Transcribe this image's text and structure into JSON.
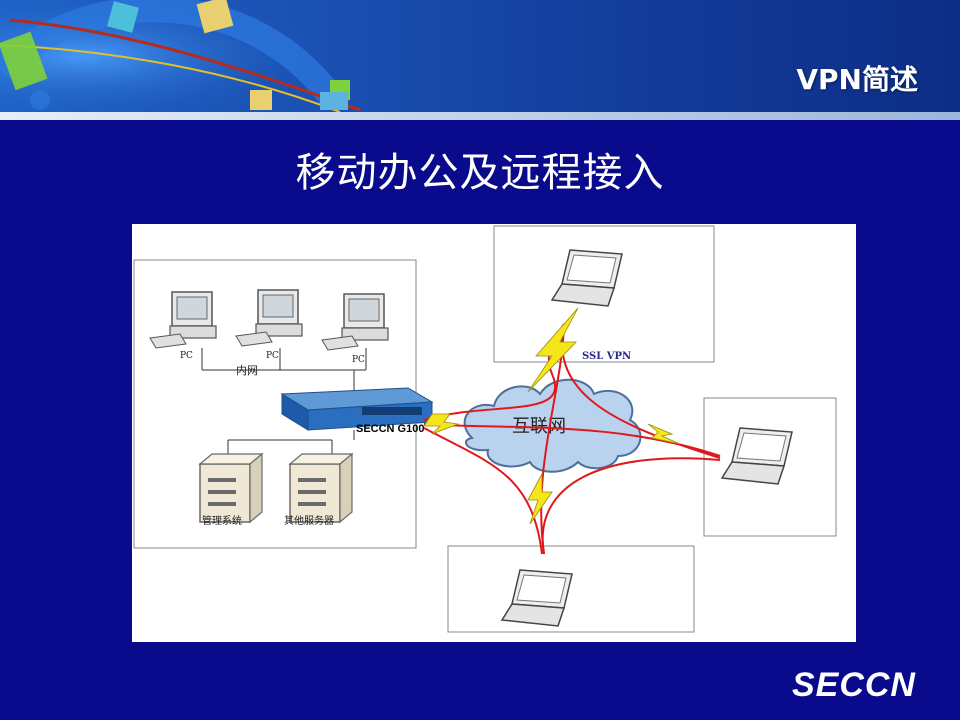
{
  "header": {
    "section_title": "VPN简述"
  },
  "slide": {
    "title": "移动办公及远程接入"
  },
  "diagram": {
    "pc_label": "PC",
    "lan_label": "内网",
    "device_label": "SECCN G100",
    "internet_label": "互联网",
    "ssl_label": "SSL VPN",
    "server1_label": "管理系统",
    "server2_label": "其他服务器",
    "icons": [
      "desktop-pc-icon",
      "vpn-appliance-icon",
      "server-icon",
      "laptop-icon",
      "cloud-icon",
      "lightning-icon"
    ],
    "colors": {
      "tunnel": "#e0181c",
      "lightning": "#f5e61a",
      "device": "#2a6fbf",
      "cloud": "#b9d3ee"
    }
  },
  "footer": {
    "logo": "SECCN"
  }
}
